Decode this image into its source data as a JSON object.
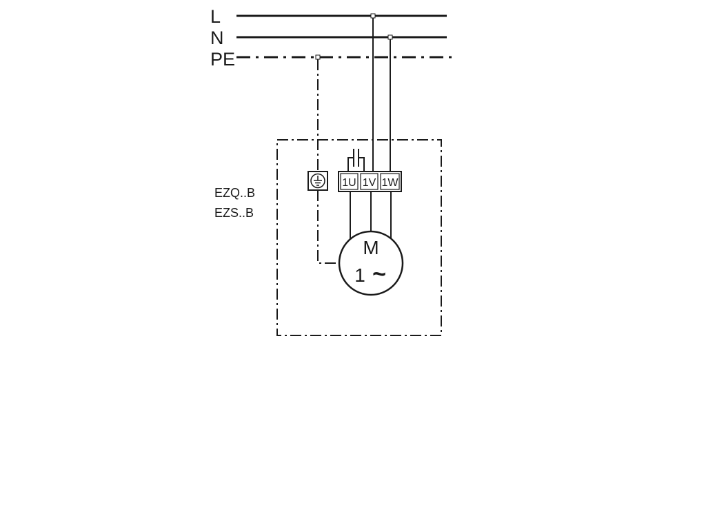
{
  "buses": {
    "l_label": "L",
    "n_label": "N",
    "pe_label": "PE"
  },
  "models": {
    "line1": "EZQ..B",
    "line2": "EZS..B"
  },
  "terminals": {
    "t1": "1U",
    "t2": "1V",
    "t3": "1W"
  },
  "motor": {
    "top": "M",
    "bottom_number": "1",
    "bottom_symbol": "~"
  },
  "icons": {
    "ground": "ground-icon",
    "capacitor": "capacitor-icon",
    "motor": "motor-icon"
  },
  "colors": {
    "ink": "#1a1a1a",
    "background": "#ffffff"
  }
}
